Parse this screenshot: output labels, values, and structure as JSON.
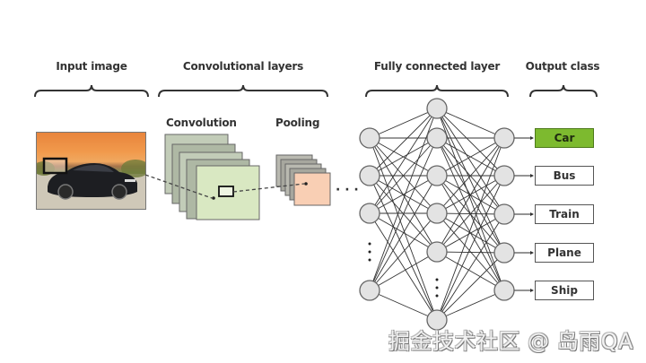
{
  "sections": {
    "input_image": "Input image",
    "convolutional_layers": "Convolutional layers",
    "fully_connected_layer": "Fully connected layer",
    "output_class": "Output class"
  },
  "conv_sublabels": {
    "convolution": "Convolution",
    "pooling": "Pooling"
  },
  "ellipsis": "· · ·",
  "input": {
    "subject": "car photo",
    "window": "receptive-field-window"
  },
  "fully_connected": {
    "input_layer_nodes_shown": 4,
    "hidden_layer_nodes_shown": 6,
    "output_layer_nodes": 5
  },
  "output_classes": [
    {
      "label": "Car",
      "active": true
    },
    {
      "label": "Bus",
      "active": false
    },
    {
      "label": "Train",
      "active": false
    },
    {
      "label": "Plane",
      "active": false
    },
    {
      "label": "Ship",
      "active": false
    }
  ],
  "colors": {
    "active_class": "#7dba2f",
    "conv_front": "#d9e8c2",
    "conv_back": "#c2ccb8",
    "pool_front": "#f9cfb4",
    "pool_back": "#b9b9b0",
    "node_fill": "#e3e3e3"
  },
  "watermark": "掘金技术社区 @ 岛雨QA"
}
